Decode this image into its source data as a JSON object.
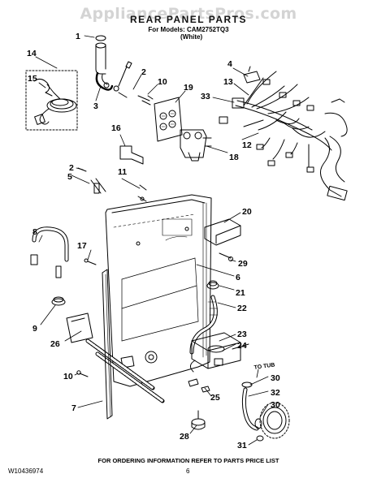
{
  "watermark": "AppliancePartsPros.com",
  "header": {
    "title": "REAR PANEL PARTS",
    "models_line": "For Models: CAM2752TQ3",
    "color_line": "(White)"
  },
  "callouts": [
    {
      "id": "c1",
      "text": "1"
    },
    {
      "id": "c14",
      "text": "14"
    },
    {
      "id": "c15",
      "text": "15"
    },
    {
      "id": "c2a",
      "text": "2"
    },
    {
      "id": "c10a",
      "text": "10"
    },
    {
      "id": "c3",
      "text": "3"
    },
    {
      "id": "c19",
      "text": "19"
    },
    {
      "id": "c4",
      "text": "4"
    },
    {
      "id": "c13",
      "text": "13"
    },
    {
      "id": "c33",
      "text": "33"
    },
    {
      "id": "c16",
      "text": "16"
    },
    {
      "id": "c12",
      "text": "12"
    },
    {
      "id": "c18",
      "text": "18"
    },
    {
      "id": "c2b",
      "text": "2"
    },
    {
      "id": "c11",
      "text": "11"
    },
    {
      "id": "c5",
      "text": "5"
    },
    {
      "id": "c20",
      "text": "20"
    },
    {
      "id": "c8",
      "text": "8"
    },
    {
      "id": "c17",
      "text": "17"
    },
    {
      "id": "c29",
      "text": "29"
    },
    {
      "id": "c6",
      "text": "6"
    },
    {
      "id": "c21",
      "text": "21"
    },
    {
      "id": "c9",
      "text": "9"
    },
    {
      "id": "c22",
      "text": "22"
    },
    {
      "id": "c23",
      "text": "23"
    },
    {
      "id": "c24",
      "text": "24"
    },
    {
      "id": "c26",
      "text": "26"
    },
    {
      "id": "c10b",
      "text": "10"
    },
    {
      "id": "c30a",
      "text": "30"
    },
    {
      "id": "c32",
      "text": "32"
    },
    {
      "id": "c25",
      "text": "25"
    },
    {
      "id": "c30b",
      "text": "30"
    },
    {
      "id": "c7",
      "text": "7"
    },
    {
      "id": "c28",
      "text": "28"
    },
    {
      "id": "c31",
      "text": "31"
    }
  ],
  "to_tub_label": "TO TUB",
  "footer": {
    "ordering_note": "FOR ORDERING INFORMATION REFER TO PARTS PRICE LIST",
    "doc_number": "W10436974",
    "page_number": "6"
  }
}
